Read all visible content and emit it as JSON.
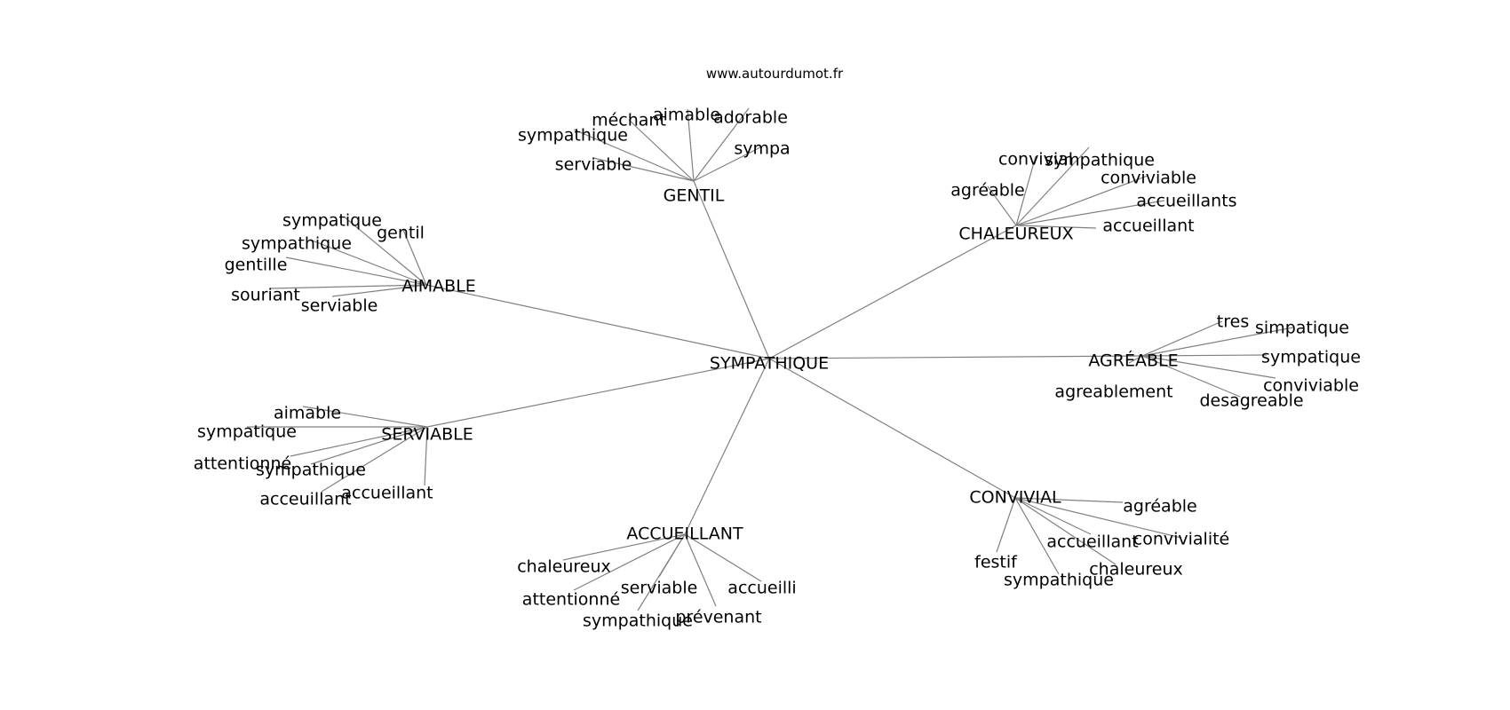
{
  "source": "www.autourdumot.fr",
  "center": "SYMPATHIQUE",
  "clusters": [
    {
      "label": "GENTIL",
      "words": [
        "méchant",
        "aimable",
        "adorable",
        "sympathique",
        "serviable",
        "sympa"
      ]
    },
    {
      "label": "CHALEUREUX",
      "words": [
        "convivial",
        "sympathique",
        "conviviable",
        "agréable",
        "accueillants",
        "accueillant"
      ]
    },
    {
      "label": "AIMABLE",
      "words": [
        "sympatique",
        "gentil",
        "sympathique",
        "gentille",
        "souriant",
        "serviable"
      ]
    },
    {
      "label": "AGRÉABLE",
      "words": [
        "tres",
        "simpatique",
        "sympatique",
        "conviviable",
        "agreablement",
        "desagreable"
      ]
    },
    {
      "label": "SERVIABLE",
      "words": [
        "aimable",
        "sympatique",
        "attentionné",
        "sympathique",
        "accueillant",
        "acceuillant"
      ]
    },
    {
      "label": "CONVIVIAL",
      "words": [
        "agréable",
        "convivialité",
        "accueillant",
        "festif",
        "chaleureux",
        "sympathique"
      ]
    },
    {
      "label": "ACCUEILLANT",
      "words": [
        "chaleureux",
        "serviable",
        "accueilli",
        "attentionné",
        "prévenant",
        "sympathique"
      ]
    }
  ]
}
